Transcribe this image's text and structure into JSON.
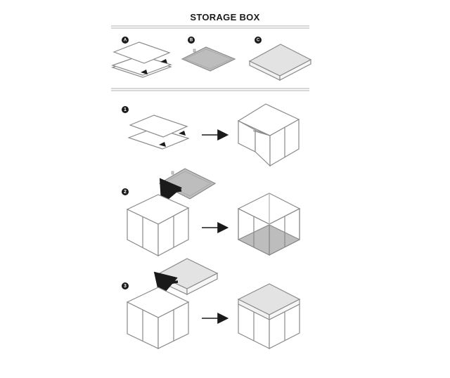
{
  "title": "STORAGE BOX",
  "parts": [
    {
      "label": "A",
      "description": ""
    },
    {
      "label": "B",
      "description": ""
    },
    {
      "label": "C",
      "description": ""
    }
  ],
  "steps": [
    {
      "label": "1"
    },
    {
      "label": "2"
    },
    {
      "label": "3"
    }
  ],
  "colors": {
    "line": "#8a8a8a",
    "dark": "#1a1a1a",
    "panel_gray": "#bdbdbd",
    "lid_gray": "#e3e3e3"
  }
}
